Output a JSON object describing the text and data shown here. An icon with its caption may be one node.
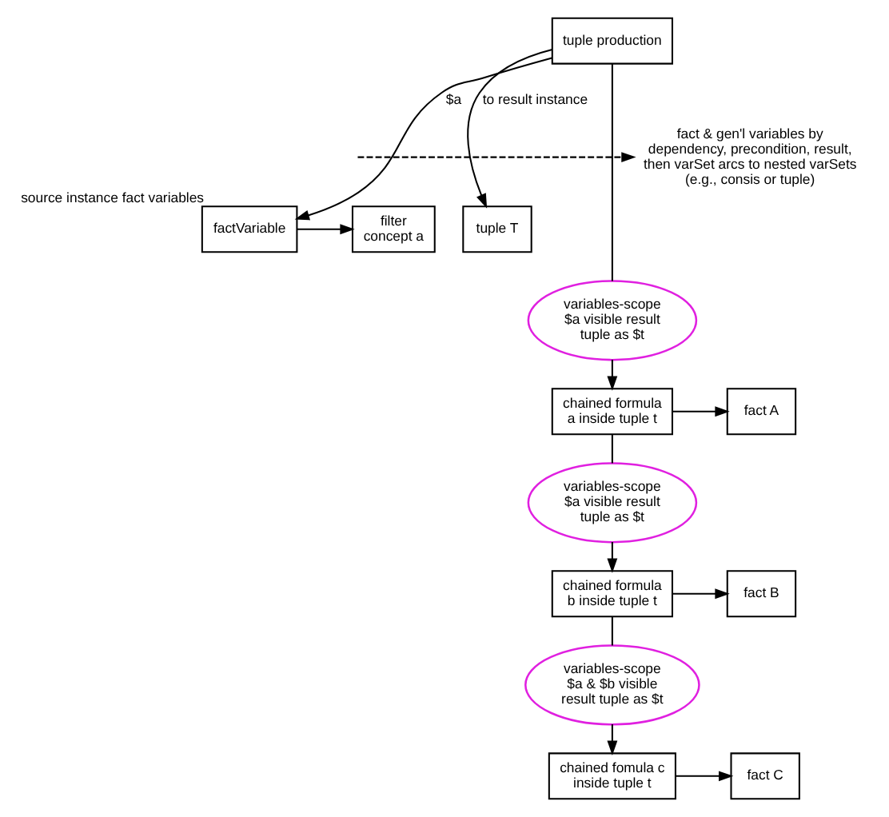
{
  "diagram": {
    "nodes": [
      {
        "text": [
          "tuple production"
        ]
      },
      {
        "text": [
          "fact & gen'l variables by dependency, precondition, result, then varSet arcs to nested varSets (e.g., consis or tuple)"
        ]
      },
      {
        "text": [
          "filter concept a"
        ]
      },
      {
        "text": [
          "factVariable"
        ],
        "beside": [
          "source instance fact variables"
        ]
      },
      {
        "text": [
          "tuple T"
        ]
      },
      {
        "text": [
          "variables-scope",
          "$a visible result tuple as $t"
        ]
      },
      {
        "text": [
          "chained formula a inside tuple t"
        ]
      },
      {
        "text": [
          "fact A"
        ]
      },
      {
        "text": [
          "variables-scope",
          "$a visible result tuple as $t"
        ]
      },
      {
        "text": [
          "chained formula b inside tuple t"
        ]
      },
      {
        "text": [
          "fact B"
        ]
      },
      {
        "text": [
          "variables-scope",
          "$a & $b visible result tuple as $t"
        ]
      },
      {
        "text": [
          "chained fomula c inside tuple t"
        ]
      },
      {
        "text": [
          "fact C"
        ]
      }
    ],
    "edges": [
      {
        "from": 0,
        "to": 3,
        "arrow": "to",
        "label": "$a"
      },
      {
        "from": 3,
        "to": 2,
        "arrow": "to"
      },
      {
        "from": 0,
        "to": 4,
        "arrow": "to",
        "label": "to result instance"
      },
      {
        "from": null,
        "to": 1,
        "arrow": "to",
        "style": "dashed"
      },
      {
        "from": 0,
        "to": 5,
        "arrow": "none"
      },
      {
        "from": 5,
        "to": 6,
        "arrow": "to"
      },
      {
        "from": 6,
        "to": 7,
        "arrow": "to"
      },
      {
        "from": 6,
        "to": 8,
        "arrow": "none"
      },
      {
        "from": 8,
        "to": 9,
        "arrow": "to"
      },
      {
        "from": 9,
        "to": 10,
        "arrow": "to"
      },
      {
        "from": 9,
        "to": 11,
        "arrow": "none"
      },
      {
        "from": 11,
        "to": 12,
        "arrow": "to"
      },
      {
        "from": 12,
        "to": 13,
        "arrow": "to"
      }
    ]
  }
}
